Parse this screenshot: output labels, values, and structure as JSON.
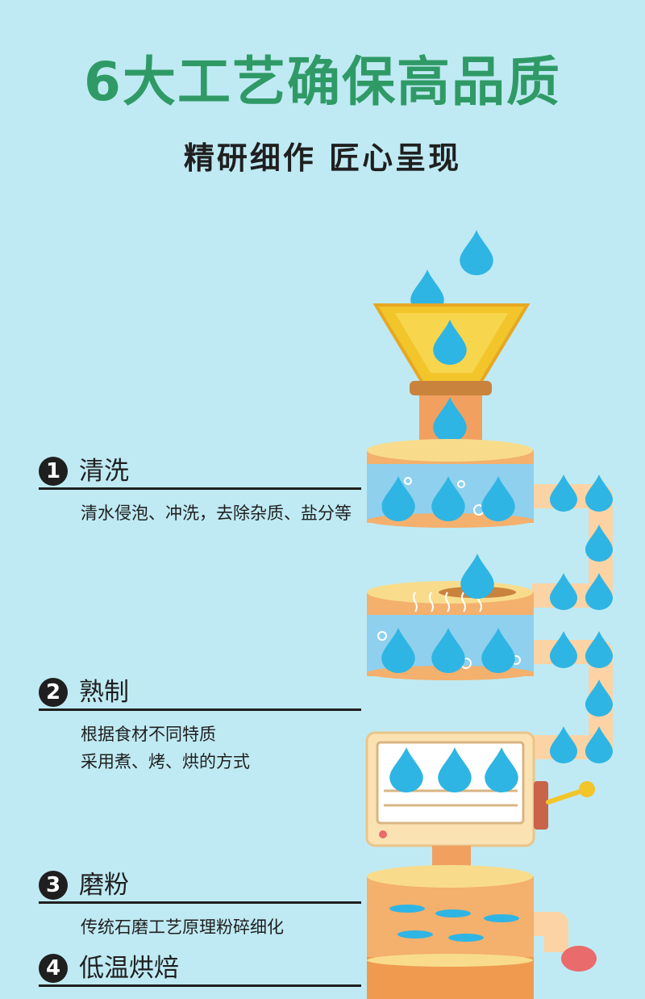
{
  "header": {
    "title": "6大工艺确保高品质",
    "subtitle": "精研细作 匠心呈现"
  },
  "steps": [
    {
      "number": "1",
      "name": "清洗",
      "desc": "清水侵泡、冲洗，去除杂质、盐分等"
    },
    {
      "number": "2",
      "name": "熟制",
      "desc": "根据食材不同特质\n采用煮、烤、烘的方式"
    },
    {
      "number": "3",
      "name": "磨粉",
      "desc": "传统石磨工艺原理粉碎细化"
    },
    {
      "number": "4",
      "name": "低温烘焙",
      "desc": ""
    }
  ],
  "colors": {
    "background": "#bfeaf3",
    "title": "#2f9a66",
    "drop": "#2fb5e3",
    "funnel": "#f2c52b",
    "tank_top": "#f8dc8c",
    "tank_body": "#f4b06d",
    "water": "#8fd0ee",
    "pipe": "#fcd3a4"
  },
  "icons": [
    "water-drop-icon",
    "funnel-icon",
    "wash-tank-icon",
    "cook-tank-icon",
    "oven-icon",
    "grinder-icon"
  ]
}
